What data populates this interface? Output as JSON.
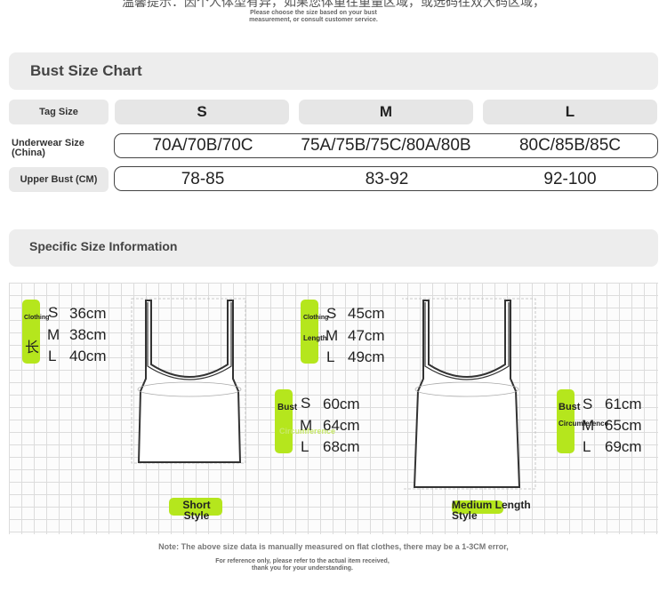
{
  "header": {
    "cn_text": "温馨提示：因个人体型有异，如果您体重往重量区域，或选码往双大码区域，",
    "en_text": "Please choose the size based on your bust measurement, or consult customer service."
  },
  "bust_chart": {
    "title": "Bust Size Chart",
    "tag_label": "Tag Size",
    "sizes": [
      "S",
      "M",
      "L"
    ],
    "underwear_label": "Underwear Size (China)",
    "underwear_values": [
      "70A/70B/70C",
      "75A/75B/75C/80A/80B",
      "80C/85B/85C"
    ],
    "upper_bust_label": "Upper Bust (CM)",
    "upper_bust_values": [
      "78-85",
      "83-92",
      "92-100"
    ]
  },
  "specific": {
    "title": "Specific Size Information",
    "short": {
      "length_tag": "Clothing",
      "length_char": "长",
      "length_sizes": [
        {
          "s": "S",
          "v": "36cm"
        },
        {
          "s": "M",
          "v": "38cm"
        },
        {
          "s": "L",
          "v": "40cm"
        }
      ],
      "bust_tag": "Bust",
      "bust_tag2": "Circumference",
      "bust_sizes": [
        {
          "s": "S",
          "v": "60cm"
        },
        {
          "s": "M",
          "v": "64cm"
        },
        {
          "s": "L",
          "v": "68cm"
        }
      ],
      "style_label": "Short Style"
    },
    "medium": {
      "length_tag": "Clothing",
      "length_tag2": "Length",
      "length_sizes": [
        {
          "s": "S",
          "v": "45cm"
        },
        {
          "s": "M",
          "v": "47cm"
        },
        {
          "s": "L",
          "v": "49cm"
        }
      ],
      "bust_tag": "Bust",
      "bust_tag2": "Circumference",
      "bust_sizes": [
        {
          "s": "S",
          "v": "61cm"
        },
        {
          "s": "M",
          "v": "65cm"
        },
        {
          "s": "L",
          "v": "69cm"
        }
      ],
      "style_label": "Medium Length Style"
    }
  },
  "notes": {
    "note1": "Note: The above size data is manually measured on flat clothes, there may be a 1-3CM error,",
    "note2": "For reference only, please refer to the actual item received, thank you for your understanding."
  },
  "colors": {
    "accent": "#b5e61d",
    "panel": "#ededed"
  }
}
